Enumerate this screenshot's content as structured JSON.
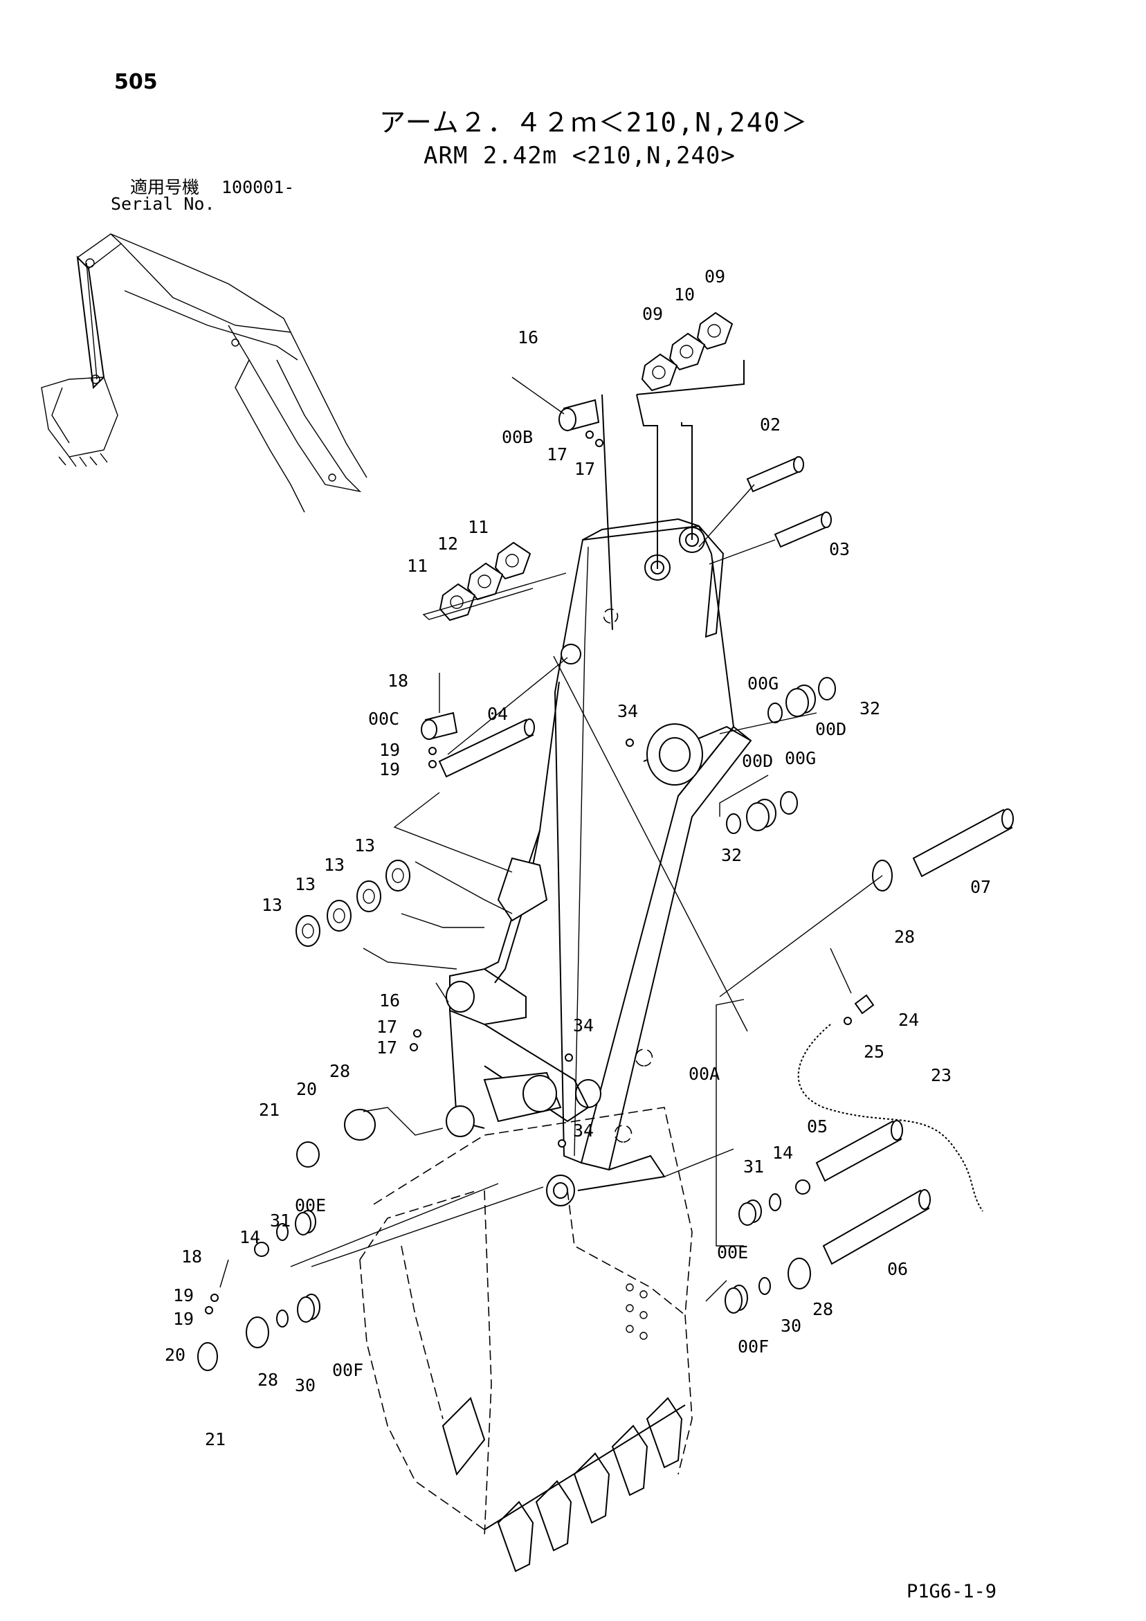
{
  "page_number": "505",
  "title_jp": "アーム２．４２ｍ＜210,N,240＞",
  "title_en": "ARM 2.42m <210,N,240>",
  "serial_label_jp": "適用号機",
  "serial_number": "100001-",
  "serial_label_en": "Serial No.",
  "drawing_code": "P1G6-1-9",
  "callouts": [
    {
      "id": "c16a",
      "label": "16"
    },
    {
      "id": "c00b",
      "label": "00B"
    },
    {
      "id": "c17a",
      "label": "17"
    },
    {
      "id": "c17b",
      "label": "17"
    },
    {
      "id": "c09a",
      "label": "09"
    },
    {
      "id": "c10",
      "label": "10"
    },
    {
      "id": "c09b",
      "label": "09"
    },
    {
      "id": "c02",
      "label": "02"
    },
    {
      "id": "c03",
      "label": "03"
    },
    {
      "id": "c11a",
      "label": "11"
    },
    {
      "id": "c12",
      "label": "12"
    },
    {
      "id": "c11b",
      "label": "11"
    },
    {
      "id": "c18a",
      "label": "18"
    },
    {
      "id": "c00c",
      "label": "00C"
    },
    {
      "id": "c19a",
      "label": "19"
    },
    {
      "id": "c19b",
      "label": "19"
    },
    {
      "id": "c04",
      "label": "04"
    },
    {
      "id": "c34a",
      "label": "34"
    },
    {
      "id": "c00ga",
      "label": "00G"
    },
    {
      "id": "c32a",
      "label": "32"
    },
    {
      "id": "c00da",
      "label": "00D"
    },
    {
      "id": "c00db",
      "label": "00D"
    },
    {
      "id": "c00gb",
      "label": "00G"
    },
    {
      "id": "c32b",
      "label": "32"
    },
    {
      "id": "c07",
      "label": "07"
    },
    {
      "id": "c13a",
      "label": "13"
    },
    {
      "id": "c13b",
      "label": "13"
    },
    {
      "id": "c13c",
      "label": "13"
    },
    {
      "id": "c13d",
      "label": "13"
    },
    {
      "id": "c28a",
      "label": "28"
    },
    {
      "id": "c24",
      "label": "24"
    },
    {
      "id": "c16b",
      "label": "16"
    },
    {
      "id": "c17c",
      "label": "17"
    },
    {
      "id": "c17d",
      "label": "17"
    },
    {
      "id": "c34b",
      "label": "34"
    },
    {
      "id": "c25",
      "label": "25"
    },
    {
      "id": "c00a",
      "label": "00A"
    },
    {
      "id": "c23",
      "label": "23"
    },
    {
      "id": "c28b",
      "label": "28"
    },
    {
      "id": "c20a",
      "label": "20"
    },
    {
      "id": "c21a",
      "label": "21"
    },
    {
      "id": "c34c",
      "label": "34"
    },
    {
      "id": "c05",
      "label": "05"
    },
    {
      "id": "c31a",
      "label": "31"
    },
    {
      "id": "c14a",
      "label": "14"
    },
    {
      "id": "c00ea",
      "label": "00E"
    },
    {
      "id": "c31b",
      "label": "31"
    },
    {
      "id": "c14b",
      "label": "14"
    },
    {
      "id": "c18b",
      "label": "18"
    },
    {
      "id": "c19c",
      "label": "19"
    },
    {
      "id": "c19d",
      "label": "19"
    },
    {
      "id": "c00eb",
      "label": "00E"
    },
    {
      "id": "c06",
      "label": "06"
    },
    {
      "id": "c28c",
      "label": "28"
    },
    {
      "id": "c00fa",
      "label": "00F"
    },
    {
      "id": "c30a",
      "label": "30"
    },
    {
      "id": "c20b",
      "label": "20"
    },
    {
      "id": "c28d",
      "label": "28"
    },
    {
      "id": "c30b",
      "label": "30"
    },
    {
      "id": "c00fb",
      "label": "00F"
    },
    {
      "id": "c21b",
      "label": "21"
    }
  ]
}
